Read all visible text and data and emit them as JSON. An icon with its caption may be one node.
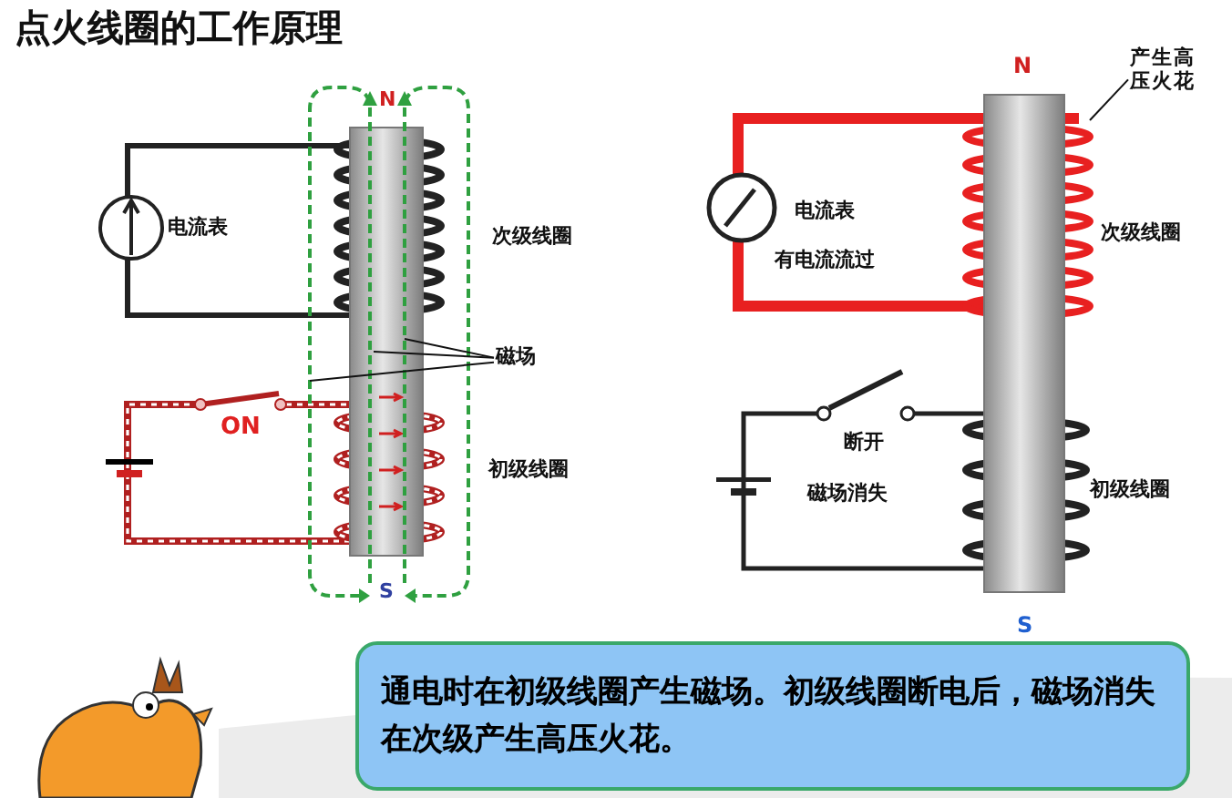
{
  "diagram": {
    "title": "点火线圈的工作原理",
    "nodes": [
      {
        "text": [
          "磁场"
        ]
      },
      {
        "text": [
          "产生高压火花"
        ]
      },
      {
        "text": [
          "通电时在初级线圈产生磁场。初级线圈断电后，磁场消失在次级产生高压火花。"
        ]
      }
    ],
    "edges": [
      {
        "from": 0,
        "to": null,
        "arrow": "none"
      },
      {
        "from": 0,
        "to": null,
        "arrow": "none"
      },
      {
        "from": 0,
        "to": null,
        "arrow": "none"
      },
      {
        "from": 1,
        "to": null,
        "arrow": "none"
      }
    ],
    "labels": [
      "N",
      "电流表",
      "次级线圈",
      "ON",
      "初级线圈",
      "S",
      "N",
      "电流表",
      "有电流流过",
      "次级线圈",
      "断开",
      "磁场消失",
      "初级线圈",
      "S"
    ]
  }
}
